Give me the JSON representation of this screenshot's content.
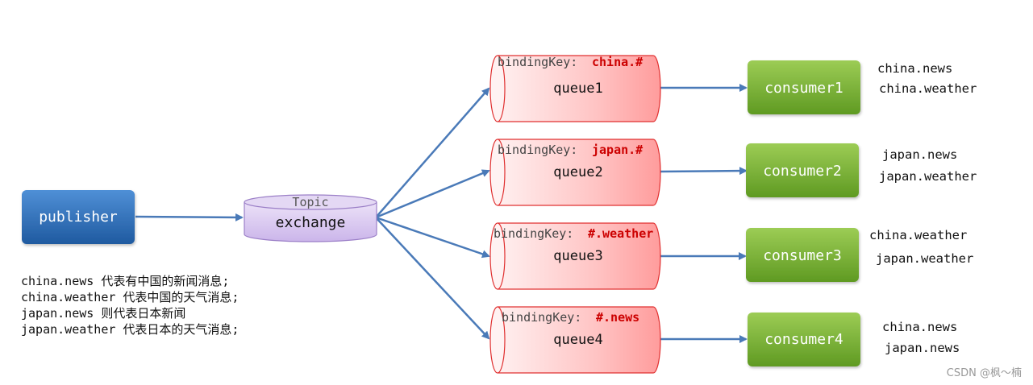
{
  "publisher": {
    "label": "publisher"
  },
  "exchange": {
    "type_label": "Topic",
    "label": "exchange"
  },
  "queues": [
    {
      "label": "queue1",
      "binding_prefix": "bindingKey:",
      "binding_key": "china.#"
    },
    {
      "label": "queue2",
      "binding_prefix": "bindingKey:",
      "binding_key": "japan.#"
    },
    {
      "label": "queue3",
      "binding_prefix": "bindingKey:",
      "binding_key": "#.weather"
    },
    {
      "label": "queue4",
      "binding_prefix": "bindingKey:",
      "binding_key": "#.news"
    }
  ],
  "consumers": [
    {
      "label": "consumer1",
      "keys": [
        "china.news",
        "china.weather"
      ]
    },
    {
      "label": "consumer2",
      "keys": [
        "japan.news",
        "japan.weather"
      ]
    },
    {
      "label": "consumer3",
      "keys": [
        "china.weather",
        "japan.weather"
      ]
    },
    {
      "label": "consumer4",
      "keys": [
        "china.news",
        "japan.news"
      ]
    }
  ],
  "legend": [
    "china.news 代表有中国的新闻消息;",
    "china.weather 代表中国的天气消息;",
    "japan.news 则代表日本新闻",
    "japan.weather 代表日本的天气消息;"
  ],
  "watermark": "CSDN @枫～楠",
  "colors": {
    "publisher": "#2e6db4",
    "consumer": "#77b530",
    "queue_fill": "#ffb3b3",
    "queue_border": "#e03030",
    "exchange_fill": "#d9c9ef",
    "exchange_border": "#9b7fc7",
    "arrow": "#4a7ab8",
    "binding_key": "#cc0000"
  }
}
